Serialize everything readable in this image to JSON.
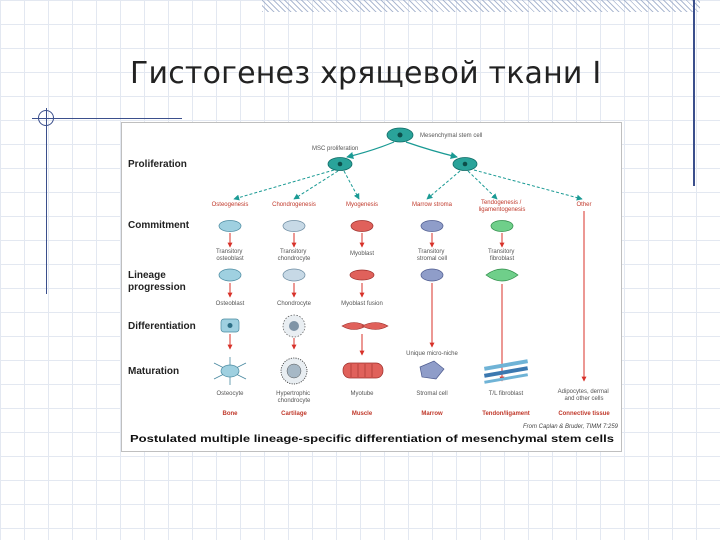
{
  "slide": {
    "title": "Гистогенез хрящевой ткани I"
  },
  "figure": {
    "top_cell": "Mesenchymal stem cell",
    "proliferation_label": "MSC proliferation",
    "stages": [
      "Proliferation",
      "Commitment",
      "Lineage progression",
      "Differentiation",
      "Maturation"
    ],
    "caption": "Postulated multiple lineage-specific differentiation of mesenchymal stem cells",
    "credit": "From Caplan & Bruder, TIMM 7:259",
    "columns": [
      {
        "process": "Osteogenesis",
        "transitory": "Transitory osteoblast",
        "differentiated": "Osteoblast",
        "mature": "Osteocyte",
        "tissue": "Bone"
      },
      {
        "process": "Chondrogenesis",
        "transitory": "Transitory chondrocyte",
        "differentiated": "Chondrocyte",
        "mature": "Hypertrophic chondrocyte",
        "tissue": "Cartilage"
      },
      {
        "process": "Myogenesis",
        "transitory": "Myoblast",
        "differentiated": "Myoblast fusion",
        "mature": "Myotube",
        "tissue": "Muscle"
      },
      {
        "process": "Marrow stroma",
        "transitory": "Transitory stromal cell",
        "differentiated": "Unique micro-niche",
        "mature": "Stromal cell",
        "tissue": "Marrow"
      },
      {
        "process": "Tendogenesis / ligamentogenesis",
        "transitory": "Transitory fibroblast",
        "differentiated": "",
        "mature": "T/L fibroblast",
        "tissue": "Tendon/ligament"
      },
      {
        "process": "Other",
        "transitory": "",
        "differentiated": "",
        "mature": "Adipocytes, dermal and other cells",
        "tissue": "Connective tissue"
      }
    ]
  },
  "colors": {
    "arrow": "#1a9a94",
    "arrow_red": "#d8322a",
    "process_text": "#c0392b",
    "stem_cell": "#2aa39a",
    "osteo": "#9fd0e0",
    "chondro": "#c7d9e6",
    "myo": "#e0615b",
    "stroma": "#8f9dc9",
    "fibro": "#6fcf8a"
  }
}
